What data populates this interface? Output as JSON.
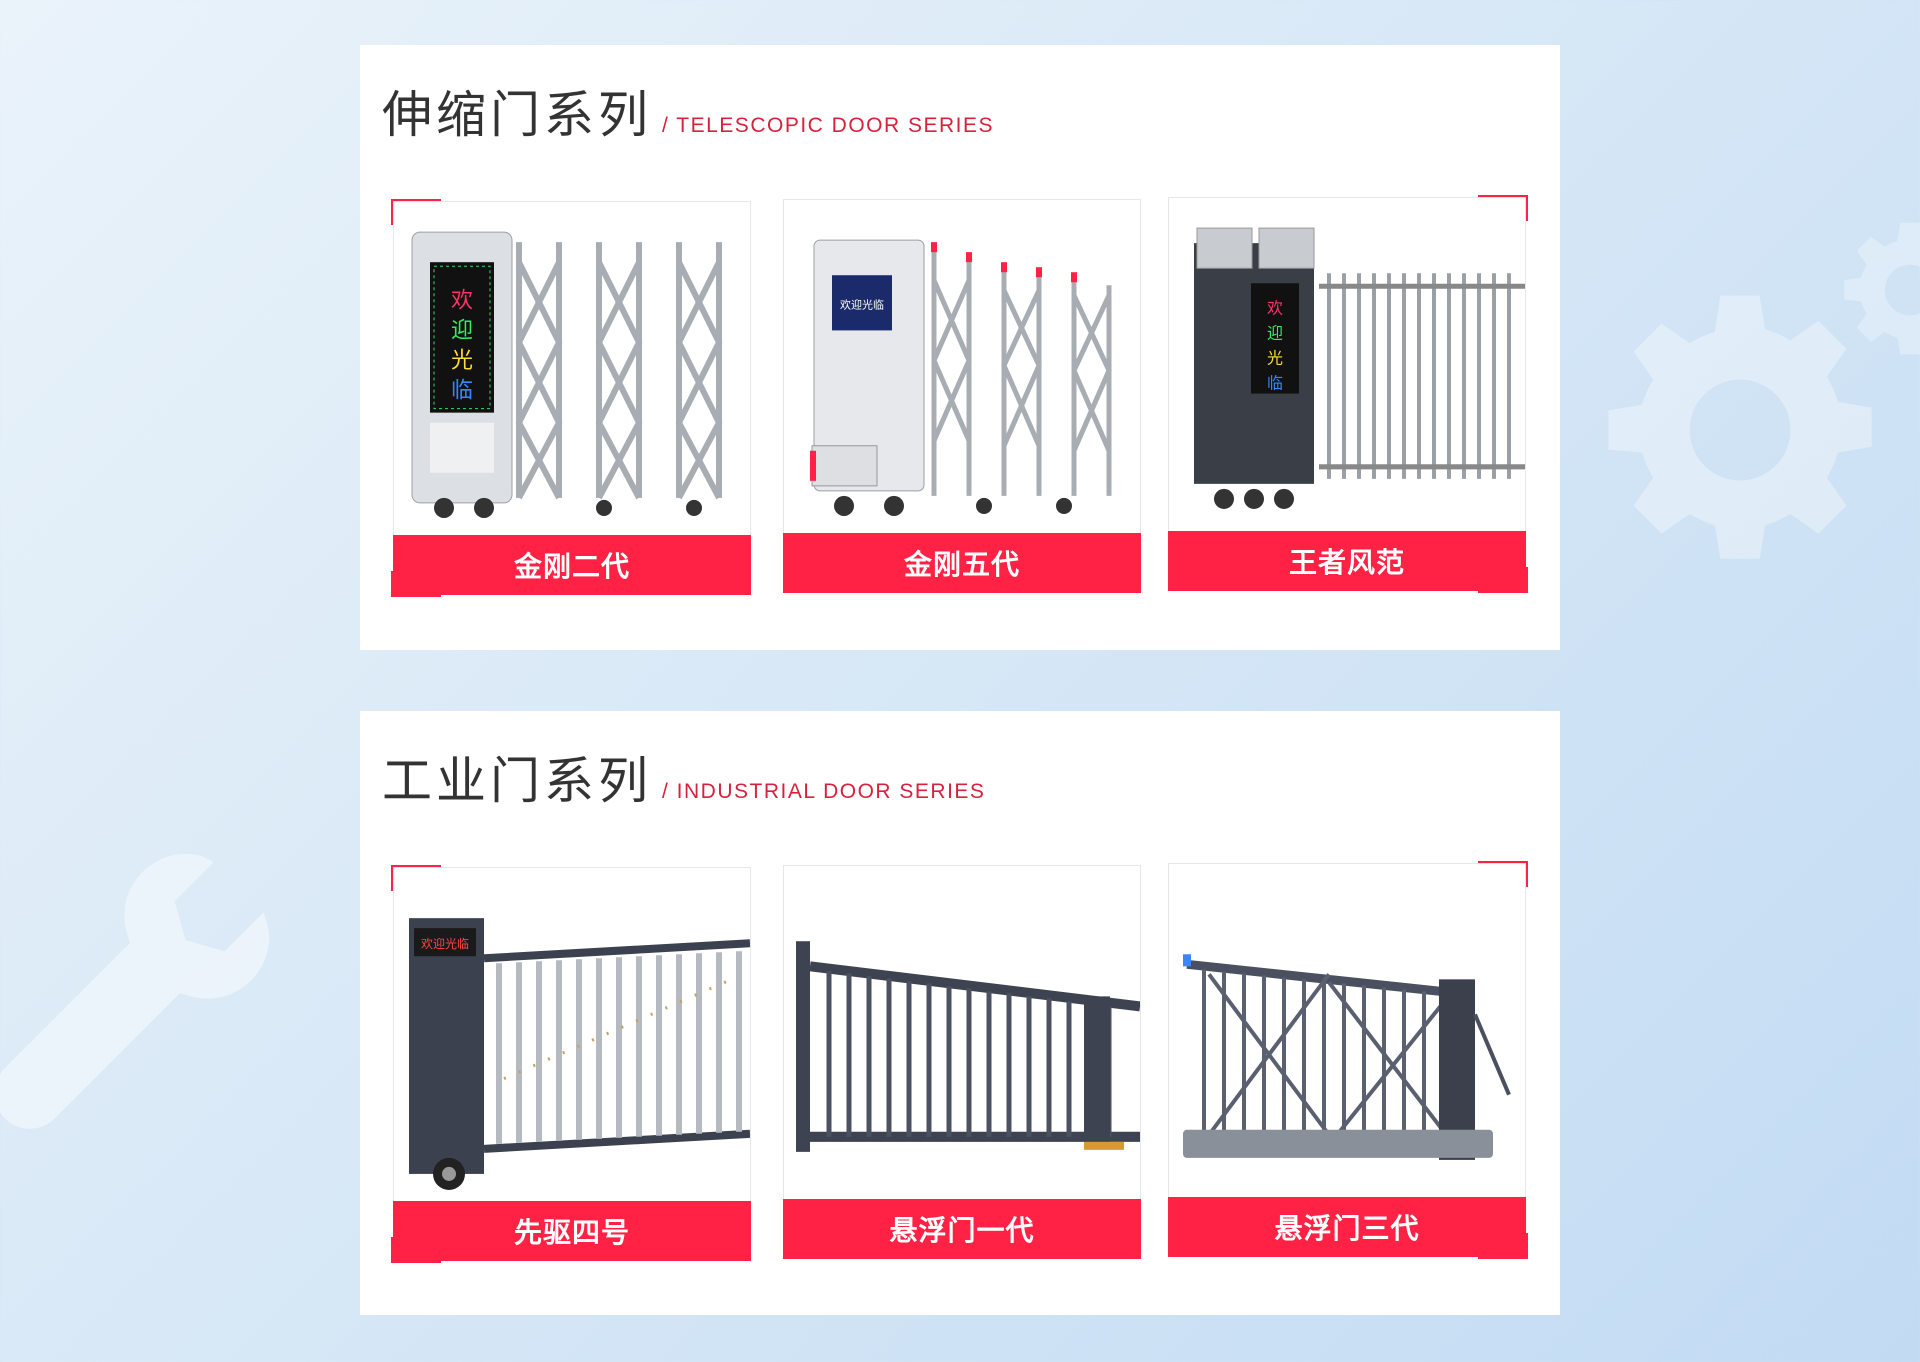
{
  "colors": {
    "accent": "#ff2244",
    "title_en": "#d7213d",
    "title_cn": "#333333",
    "panel_bg": "#ffffff"
  },
  "background_icons": [
    "gear-icon",
    "wrench-icon"
  ],
  "sections": [
    {
      "title_cn": "伸缩门系列",
      "title_en": "/ TELESCOPIC DOOR SERIES",
      "products": [
        {
          "name": "金刚二代",
          "icon": "telescopic-gate-image"
        },
        {
          "name": "金刚五代",
          "icon": "telescopic-gate-image"
        },
        {
          "name": "王者风范",
          "icon": "telescopic-gate-image"
        }
      ]
    },
    {
      "title_cn": "工业门系列",
      "title_en": "/ INDUSTRIAL DOOR SERIES",
      "products": [
        {
          "name": "先驱四号",
          "icon": "industrial-gate-image"
        },
        {
          "name": "悬浮门一代",
          "icon": "industrial-gate-image"
        },
        {
          "name": "悬浮门三代",
          "icon": "industrial-gate-image"
        }
      ]
    }
  ]
}
